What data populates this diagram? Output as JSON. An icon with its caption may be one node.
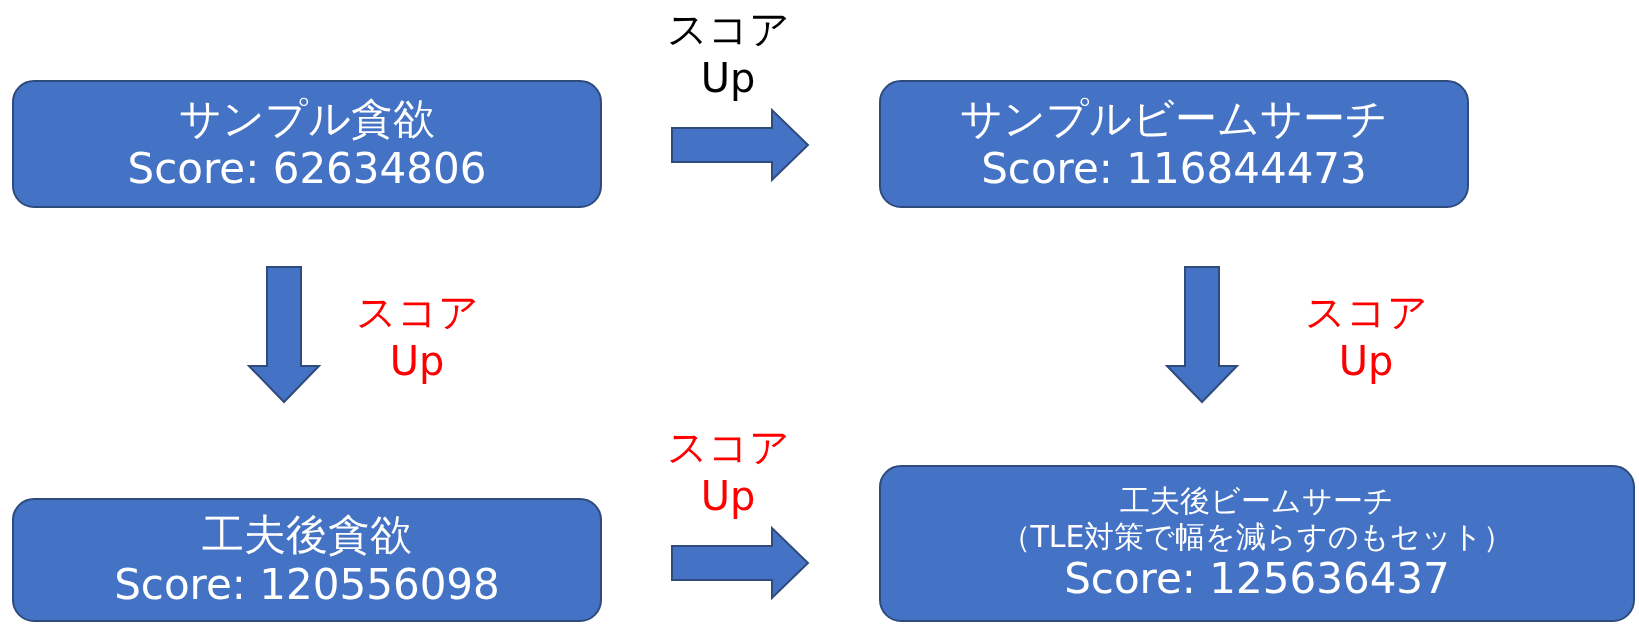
{
  "diagram": {
    "nodes": [
      {
        "text": [
          "サンプル貪欲",
          "Score: 62634806"
        ]
      },
      {
        "text": [
          "サンプルビームサーチ",
          "Score: 116844473"
        ]
      },
      {
        "text": [
          "工夫後貪欲",
          "Score: 120556098"
        ]
      },
      {
        "text": [
          "工夫後ビームサーチ",
          "（TLE対策で幅を減らすのもセット）",
          "Score: 125636437"
        ]
      }
    ],
    "edges": [
      {
        "from": 0,
        "to": 1,
        "arrow": "to",
        "label": "スコア Up"
      },
      {
        "from": 0,
        "to": 2,
        "arrow": "to",
        "label": "スコア Up"
      },
      {
        "from": 1,
        "to": 3,
        "arrow": "to",
        "label": "スコア Up"
      },
      {
        "from": 2,
        "to": 3,
        "arrow": "to",
        "label": "スコア Up"
      }
    ]
  }
}
